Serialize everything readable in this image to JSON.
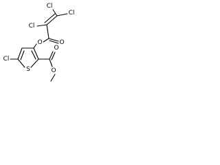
{
  "molecule": {
    "atoms": {
      "cl_top_left": "Cl",
      "cl_top_right": "Cl",
      "cl_vinyl": "Cl",
      "o_ester_link": "O",
      "o_acryl_carbonyl": "O",
      "cl_ring": "Cl",
      "s_ring": "S",
      "o_methyl_ester_carbonyl": "O",
      "o_methoxy": "O"
    }
  }
}
